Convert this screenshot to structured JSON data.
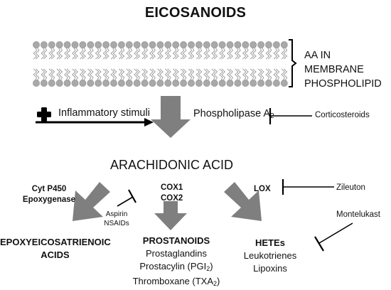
{
  "title": "EICOSANOIDS",
  "membrane": {
    "line1": "AA IN MEMBRANE",
    "line2": "PHOSPHOLIPID"
  },
  "stimulus": {
    "label": "Inflammatory stimuli"
  },
  "enzyme_pla2": {
    "main": "Phospholipase A",
    "sub": "2"
  },
  "inhibitors": {
    "corticosteroids": "Corticosteroids",
    "aspirin": "Aspirin",
    "nsaids": "NSAIDs",
    "zileuton": "Zileuton",
    "montelukast": "Montelukast"
  },
  "aa": "ARACHIDONIC ACID",
  "enzymes": {
    "cyp_line1": "Cyt P450",
    "cyp_line2": "Epoxygenase",
    "cox1": "COX1",
    "cox2": "COX2",
    "lox": "LOX"
  },
  "products": {
    "epox_line1": "EPOXYEICOSATRIENOIC",
    "epox_line2": "ACIDS",
    "prost_head": "PROSTANOIDS",
    "prost_1": "Prostaglandins",
    "prost_2_pre": "Prostacylin (PGI",
    "prost_2_sub": "2",
    "prost_2_post": ")",
    "prost_3_pre": "Thromboxane (TXA",
    "prost_3_sub": "2",
    "prost_3_post": ")",
    "hete_head": "HETEs",
    "hete_1": "Leukotrienes",
    "hete_2": "Lipoxins"
  },
  "colors": {
    "arrow": "#7f7f7f",
    "lipid_head": "#a9a9a9",
    "line": "#000000"
  }
}
